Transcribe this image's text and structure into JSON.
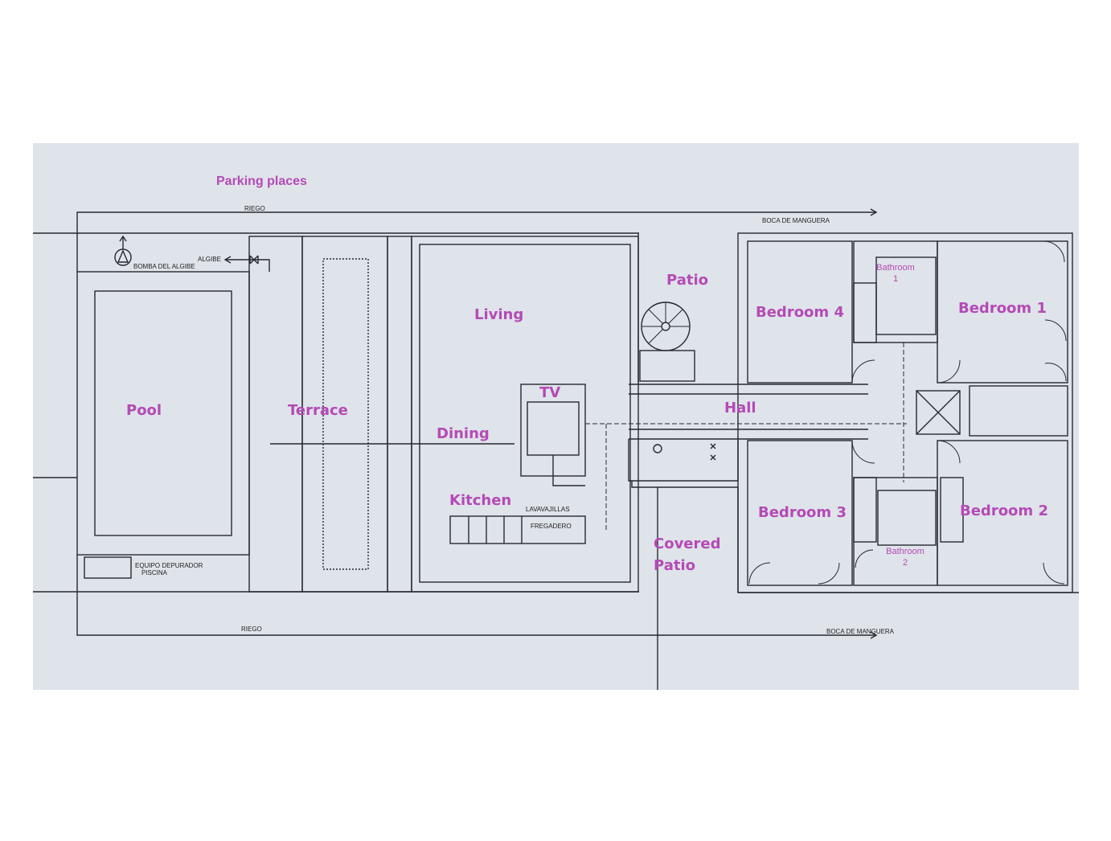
{
  "colors": {
    "paper": "#dfe3ea",
    "ink": "#262a30",
    "label": "#b44ab6",
    "background": "#ffffff"
  },
  "rooms": {
    "parking": "Parking places",
    "pool": "Pool",
    "terrace": "Terrace",
    "living": "Living",
    "patio": "Patio",
    "tv": "TV",
    "dining": "Dining",
    "kitchen": "Kitchen",
    "hall": "Hall",
    "covered_patio_line1": "Covered",
    "covered_patio_line2": "Patio",
    "bedroom1": "Bedroom 1",
    "bedroom2": "Bedroom 2",
    "bedroom3": "Bedroom 3",
    "bedroom4": "Bedroom 4",
    "bathroom1_line1": "Bathroom",
    "bathroom1_line2": "1",
    "bathroom2_line1": "Bathroom",
    "bathroom2_line2": "2"
  },
  "annotations": {
    "riego_top": "RIEGO",
    "riego_bottom": "RIEGO",
    "boca_top": "BOCA DE MANGUERA",
    "boca_bottom": "BOCA DE MANGUERA",
    "bomba": "BOMBA DEL ALGIBE",
    "algibe": "ALGIBE",
    "equipo_line1": "EQUIPO DEPURADOR",
    "equipo_line2": "PISCINA",
    "lavavajillas": "LAVAVAJILLAS",
    "fregadero": "FREGADERO"
  }
}
